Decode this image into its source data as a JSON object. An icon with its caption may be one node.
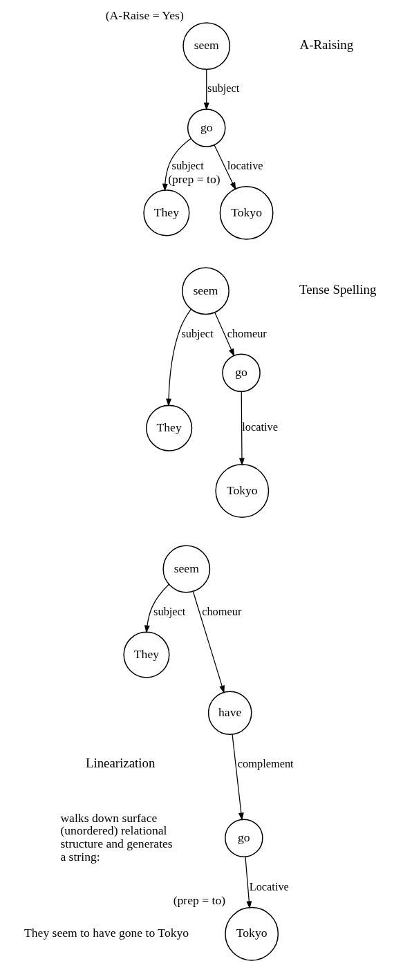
{
  "diagram": {
    "nodes": [
      {
        "text": [
          "seem"
        ],
        "beside": [
          "(A-Raise = Yes)"
        ]
      },
      {
        "text": [
          "go"
        ]
      },
      {
        "text": [
          "They"
        ]
      },
      {
        "text": [
          "Tokyo"
        ],
        "beside": [
          "(prep = to)"
        ]
      },
      {
        "text": [
          "seem"
        ]
      },
      {
        "text": [
          "They"
        ]
      },
      {
        "text": [
          "go"
        ]
      },
      {
        "text": [
          "Tokyo"
        ]
      },
      {
        "text": [
          "seem"
        ]
      },
      {
        "text": [
          "They"
        ]
      },
      {
        "text": [
          "have"
        ]
      },
      {
        "text": [
          "go"
        ]
      },
      {
        "text": [
          "Tokyo"
        ],
        "beside": [
          "(prep = to)"
        ]
      }
    ],
    "edges": [
      {
        "from": 0,
        "to": 1,
        "label": "subject",
        "arrow": "to"
      },
      {
        "from": 1,
        "to": 2,
        "label": "subject",
        "arrow": "to"
      },
      {
        "from": 1,
        "to": 3,
        "label": "locative",
        "arrow": "to"
      },
      {
        "from": 4,
        "to": 5,
        "label": "subject",
        "arrow": "to"
      },
      {
        "from": 4,
        "to": 6,
        "label": "chomeur",
        "arrow": "to"
      },
      {
        "from": 6,
        "to": 7,
        "label": "locative",
        "arrow": "to"
      },
      {
        "from": 8,
        "to": 9,
        "label": "subject",
        "arrow": "to"
      },
      {
        "from": 8,
        "to": 10,
        "label": "chomeur",
        "arrow": "to"
      },
      {
        "from": 10,
        "to": 11,
        "label": "complement",
        "arrow": "to"
      },
      {
        "from": 11,
        "to": 12,
        "label": "Locative",
        "arrow": "to"
      }
    ],
    "labels": [
      "A-Raising",
      "Tense Spelling",
      "Linearization",
      "walks down surface (unordered) relational structure and generates a string:",
      "They seem to have gone to Tokyo"
    ]
  }
}
